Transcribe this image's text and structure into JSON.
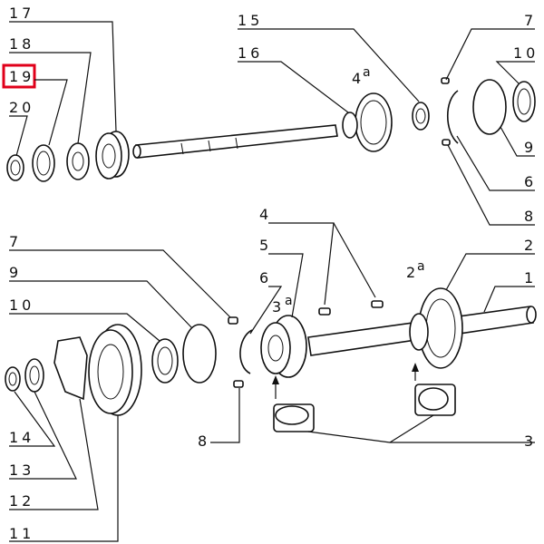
{
  "diagram": {
    "labels": {
      "p17": "17",
      "p18": "18",
      "p19": "19",
      "p20": "20",
      "p15": "15",
      "p16": "16",
      "p4a": "4",
      "p4a_sup": "a",
      "p7_top": "7",
      "p10_top": "10",
      "p9_top": "9",
      "p6_top": "6",
      "p8_top": "8",
      "p4": "4",
      "p5": "5",
      "p7_bot": "7",
      "p9_bot": "9",
      "p6_bot": "6",
      "p10_bot": "10",
      "p3a": "3",
      "p3a_sup": "a",
      "p2": "2",
      "p2a": "2",
      "p2a_sup": "a",
      "p1": "1",
      "p14": "14",
      "p13": "13",
      "p12": "12",
      "p11": "11",
      "p8_bot": "8",
      "p3": "3"
    },
    "highlighted_label": "19",
    "colors": {
      "ink": "#111111",
      "highlight": "#e0001a"
    }
  }
}
